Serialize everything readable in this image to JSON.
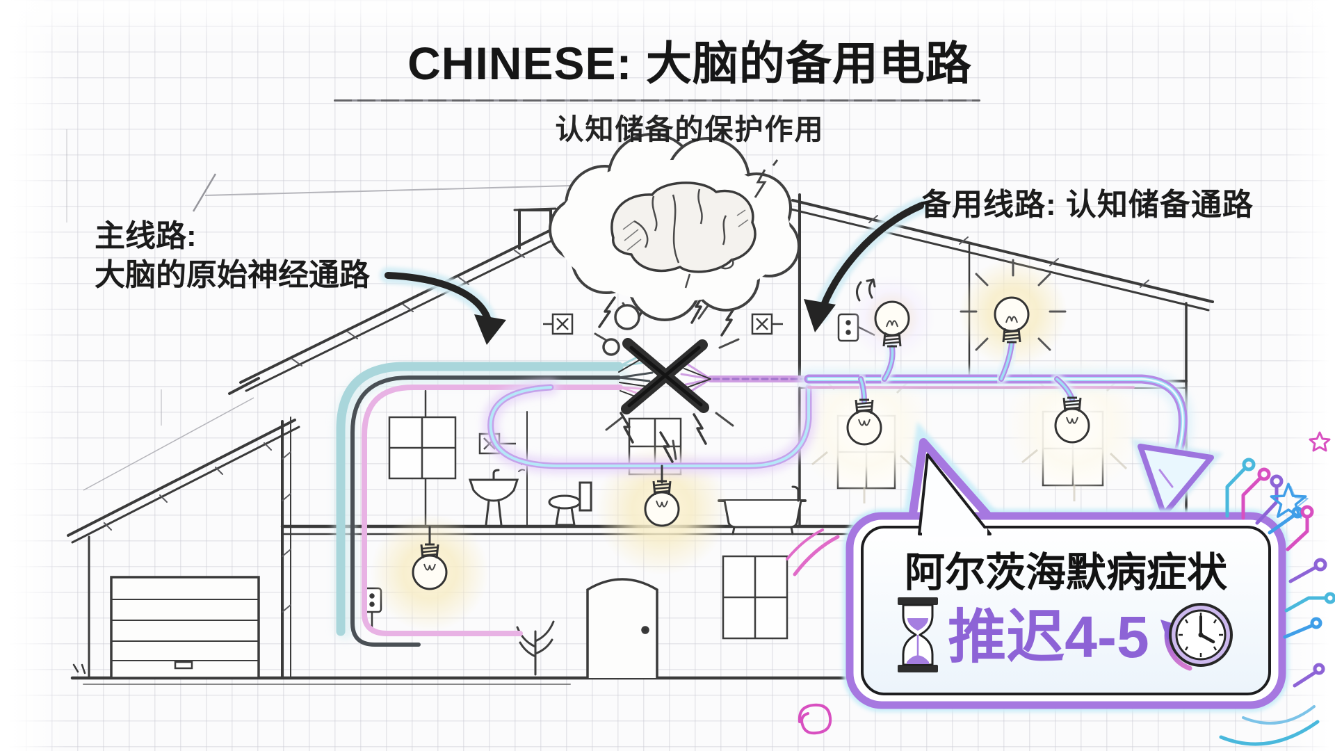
{
  "header": {
    "title": "CHINESE: 大脑的备用电路",
    "subtitle": "认知储备的保护作用"
  },
  "annotations": {
    "main_line_label": {
      "line1": "主线路:",
      "line2": "大脑的原始神经通路"
    },
    "backup_line_label": "备用线路: 认知储备通路"
  },
  "callout": {
    "heading": "阿尔茨海默病症状",
    "delay_text": "推迟4-5"
  },
  "icons": {
    "brain": "brain-icon",
    "broken_connection": "x-mark-icon",
    "lightbulb": "lightbulb-icon",
    "hourglass": "hourglass-icon",
    "clock": "clock-rewind-icon",
    "outlet": "outlet-icon",
    "junction_box": "junction-box-icon",
    "star": "star-icon",
    "spiral": "spiral-icon",
    "arrow": "annotation-arrow-icon"
  },
  "colors": {
    "ink": "#2e2e2e",
    "main_wire_teal": "#a9d6db",
    "wire_pink": "#e8b2e4",
    "backup_purple": "#b48ae6",
    "backup_cyan": "#9fdff5",
    "callout_border": "#a678e0",
    "callout_glow": "#c8ecf8",
    "delay_text": "#8d63d6",
    "bulb_glow_warm": "#f6e9c0",
    "decor_magenta": "#d84fc0",
    "decor_blue": "#3f9ee8"
  }
}
